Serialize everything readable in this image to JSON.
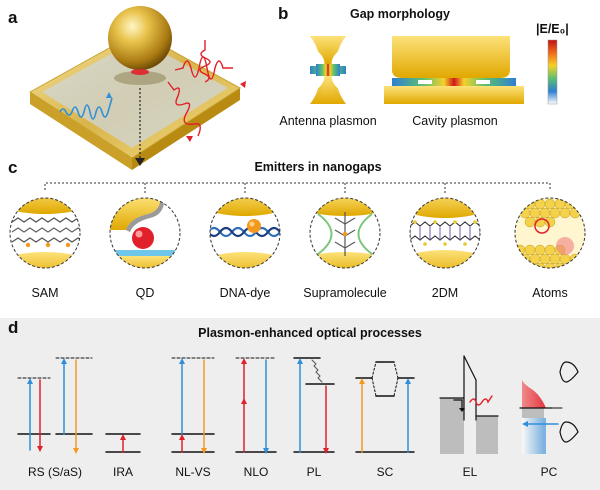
{
  "panels": {
    "a": {
      "letter": "a"
    },
    "b": {
      "letter": "b",
      "title": "Gap morphology",
      "colorbar_label": "|E/E₀|",
      "captions": [
        "Antenna plasmon",
        "Cavity plasmon"
      ]
    },
    "c": {
      "letter": "c",
      "title": "Emitters in nanogaps",
      "emitters": [
        "SAM",
        "QD",
        "DNA-dye",
        "Supramolecule",
        "2DM",
        "Atoms"
      ]
    },
    "d": {
      "letter": "d",
      "title": "Plasmon-enhanced optical processes",
      "processes": [
        "RS (S/aS)",
        "IRA",
        "NL-VS",
        "NLO",
        "PL",
        "SC",
        "EL",
        "PC"
      ]
    }
  },
  "colors": {
    "gold": "#f2c21a",
    "blue": "#2f8fd8",
    "red": "#e0202a",
    "orange": "#f39a1e",
    "panel_d_bg": "#eeeeee",
    "gray": "#bdbdbd"
  }
}
